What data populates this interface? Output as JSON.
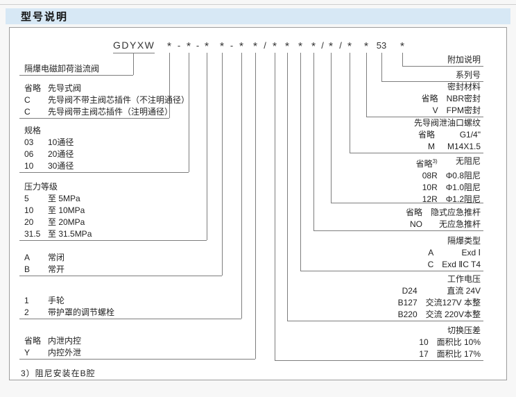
{
  "header": {
    "title": "型号说明"
  },
  "model_code": {
    "prefix": "GDYXW",
    "tokens": [
      "*",
      "-",
      "*",
      "-",
      "*",
      "*",
      "-",
      "*",
      "*",
      "/",
      "*",
      "*",
      "*",
      "*",
      "/",
      "*",
      "/",
      "*",
      "*",
      "53",
      "*"
    ]
  },
  "left_blocks": [
    {
      "name": "valve-name",
      "rows": [
        {
          "label": "隔爆电磁卸荷溢流阀"
        }
      ]
    },
    {
      "name": "pilot-valve-type",
      "rows": [
        {
          "code": "省略",
          "label": "先导式阀"
        },
        {
          "code": "C",
          "label": "先导阀不带主阀芯插件（不注明通径）"
        },
        {
          "code": "C",
          "label": "先导阀带主阀芯插件（注明通径）"
        }
      ]
    },
    {
      "name": "size",
      "rows": [
        {
          "label": "规格"
        },
        {
          "code": "03",
          "label": "10通径"
        },
        {
          "code": "06",
          "label": "20通径"
        },
        {
          "code": "10",
          "label": "30通径"
        }
      ]
    },
    {
      "name": "pressure-grade",
      "rows": [
        {
          "label": "压力等级"
        },
        {
          "code": "5",
          "label": "至 5MPa"
        },
        {
          "code": "10",
          "label": "至 10MPa"
        },
        {
          "code": "20",
          "label": "至 20MPa"
        },
        {
          "code": "31.5",
          "label": "至 31.5MPa"
        }
      ]
    },
    {
      "name": "normal-state",
      "rows": [
        {
          "code": "A",
          "label": "常闭"
        },
        {
          "code": "B",
          "label": "常开"
        }
      ]
    },
    {
      "name": "adjustment-type",
      "rows": [
        {
          "code": "1",
          "label": "手轮"
        },
        {
          "code": "2",
          "label": "带护罩的调节螺栓"
        }
      ]
    },
    {
      "name": "drain-control",
      "rows": [
        {
          "code": "省略",
          "label": "内泄内控"
        },
        {
          "code": "Y",
          "label": "内控外泄"
        }
      ]
    }
  ],
  "right_blocks": [
    {
      "name": "additional-notes",
      "rows": [
        {
          "label": "附加说明"
        }
      ]
    },
    {
      "name": "series-number",
      "rows": [
        {
          "label": "系列号"
        }
      ]
    },
    {
      "name": "seal-material",
      "rows": [
        {
          "label": "密封材料"
        },
        {
          "code": "省略",
          "label": "NBR密封"
        },
        {
          "code": "V",
          "label": "FPM密封"
        }
      ]
    },
    {
      "name": "pilot-drain-port-thread",
      "rows": [
        {
          "label": "先导阀泄油口螺纹"
        },
        {
          "code": "省略",
          "label": "G1/4\""
        },
        {
          "code": "M",
          "label": "M14X1.5"
        }
      ]
    },
    {
      "name": "damping",
      "rows": [
        {
          "code": "省略",
          "sup": "3)",
          "label": "无阻尼"
        },
        {
          "code": "08R",
          "label": "Φ0.8阻尼"
        },
        {
          "code": "10R",
          "label": "Φ1.0阻尼"
        },
        {
          "code": "12R",
          "label": "Φ1.2阻尼"
        }
      ]
    },
    {
      "name": "emergency-push-rod",
      "rows": [
        {
          "code": "省略",
          "label": "隐式应急推杆"
        },
        {
          "code": "NO",
          "label": "无应急推杆"
        }
      ]
    },
    {
      "name": "explosion-proof-type",
      "rows": [
        {
          "label": "隔爆类型"
        },
        {
          "code": "A",
          "label": "Exd Ⅰ"
        },
        {
          "code": "C",
          "label": "Exd ⅡC T4"
        }
      ]
    },
    {
      "name": "working-voltage",
      "rows": [
        {
          "label": "工作电压"
        },
        {
          "code": "D24",
          "label": "直流 24V"
        },
        {
          "code": "B127",
          "label": "交流127V 本整"
        },
        {
          "code": "B220",
          "label": "交流 220V本整"
        }
      ]
    },
    {
      "name": "switching-pressure-difference",
      "rows": [
        {
          "label": "切换压差"
        },
        {
          "code": "10",
          "label": "面积比 10%"
        },
        {
          "code": "17",
          "label": "面积比 17%"
        }
      ]
    }
  ],
  "footnote": "3）阻尼安装在B腔"
}
